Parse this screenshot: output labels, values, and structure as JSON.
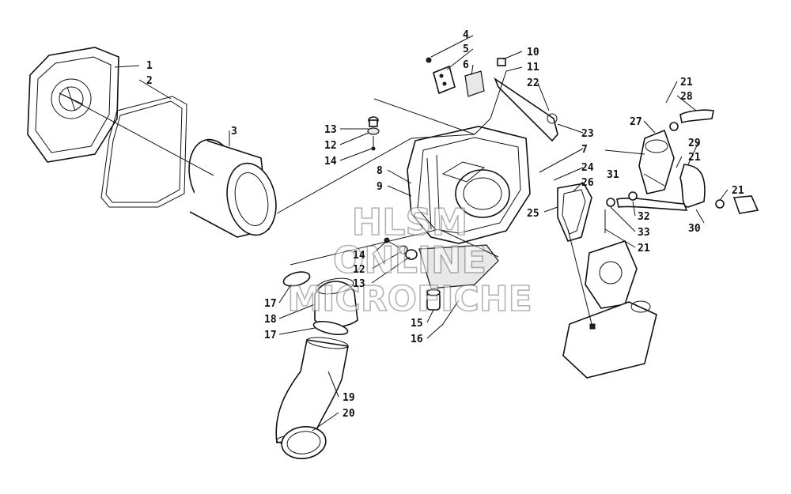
{
  "colors": {
    "ink": "#111111",
    "watermark": "#777777",
    "background": "#ffffff"
  },
  "watermark": {
    "line1": "HLSM",
    "line2": "ONLINE",
    "line3": "MICROFICHE"
  },
  "callouts": {
    "c1": "1",
    "c2": "2",
    "c3": "3",
    "c4": "4",
    "c5": "5",
    "c6": "6",
    "c7": "7",
    "c8": "8",
    "c9": "9",
    "c10": "10",
    "c11": "11",
    "c12a": "12",
    "c12b": "12",
    "c13a": "13",
    "c13b": "13",
    "c14a": "14",
    "c14b": "14",
    "c15": "15",
    "c16": "16",
    "c17a": "17",
    "c17b": "17",
    "c18": "18",
    "c19": "19",
    "c20": "20",
    "c21a": "21",
    "c21b": "21",
    "c21c": "21",
    "c21d": "21",
    "c22": "22",
    "c23": "23",
    "c24": "24",
    "c25": "25",
    "c26": "26",
    "c27": "27",
    "c28": "28",
    "c29": "29",
    "c30": "30",
    "c31": "31",
    "c32": "32",
    "c33": "33"
  }
}
